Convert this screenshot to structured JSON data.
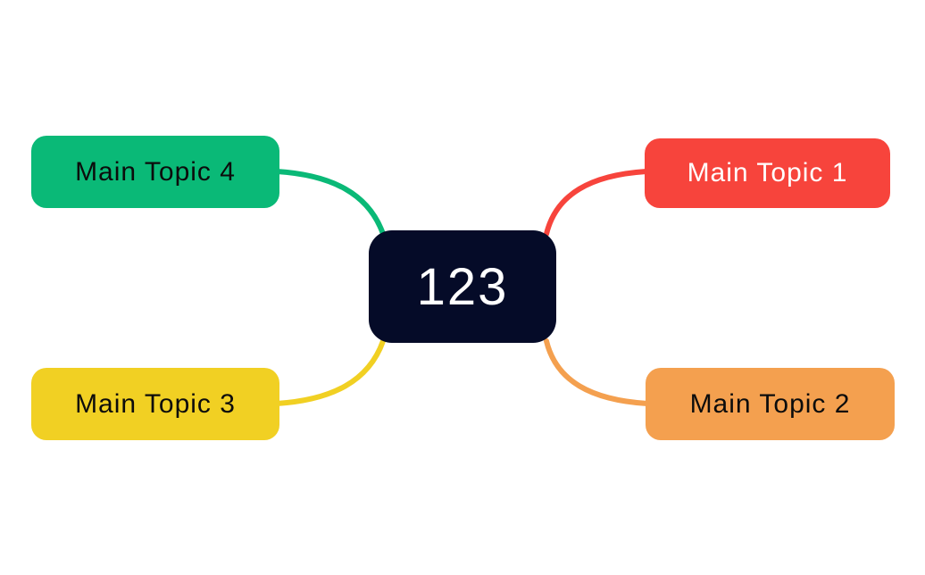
{
  "canvas": {
    "background": "#ffffff"
  },
  "center_node": {
    "label": "123",
    "color": "#050b28",
    "text_color": "#ffffff"
  },
  "topics": [
    {
      "label": "Main Topic 1",
      "color": "#f7443c",
      "text_color": "#ffffff",
      "position": "top-right"
    },
    {
      "label": "Main Topic 2",
      "color": "#f4a04f",
      "text_color": "#0c0c0c",
      "position": "bottom-right"
    },
    {
      "label": "Main Topic 3",
      "color": "#f1d023",
      "text_color": "#0c0c0c",
      "position": "bottom-left"
    },
    {
      "label": "Main Topic 4",
      "color": "#0ab977",
      "text_color": "#0c0c0c",
      "position": "top-left"
    }
  ],
  "connectors": [
    {
      "from": "center",
      "to": "Main Topic 1",
      "color": "#f7443c"
    },
    {
      "from": "center",
      "to": "Main Topic 2",
      "color": "#f4a04f"
    },
    {
      "from": "center",
      "to": "Main Topic 3",
      "color": "#f1d023"
    },
    {
      "from": "center",
      "to": "Main Topic 4",
      "color": "#0ab977"
    }
  ]
}
